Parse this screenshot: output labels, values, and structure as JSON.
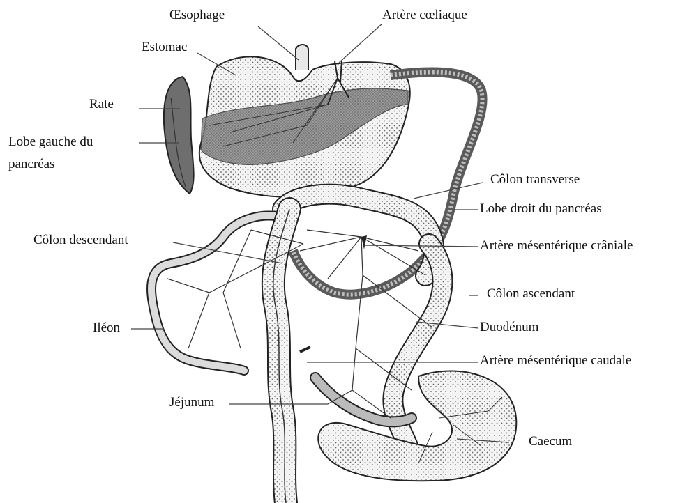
{
  "labels": {
    "oesophage": "Œsophage",
    "artere_coeliaque": "Artère cœliaque",
    "estomac": "Estomac",
    "rate": "Rate",
    "lobe_gauche_1": "Lobe gauche du",
    "lobe_gauche_2": "pancréas",
    "colon_transverse": "Côlon transverse",
    "lobe_droit": "Lobe droit du pancréas",
    "colon_descendant": "Côlon descendant",
    "artere_mes_craniale": "Artère mésentérique crâniale",
    "colon_ascendant": "Côlon ascendant",
    "ileon": "Iléon",
    "duodenum": "Duodénum",
    "artere_mes_caudale": "Artère mésentérique caudale",
    "jejunum": "Jéjunum",
    "caecum": "Caecum"
  }
}
